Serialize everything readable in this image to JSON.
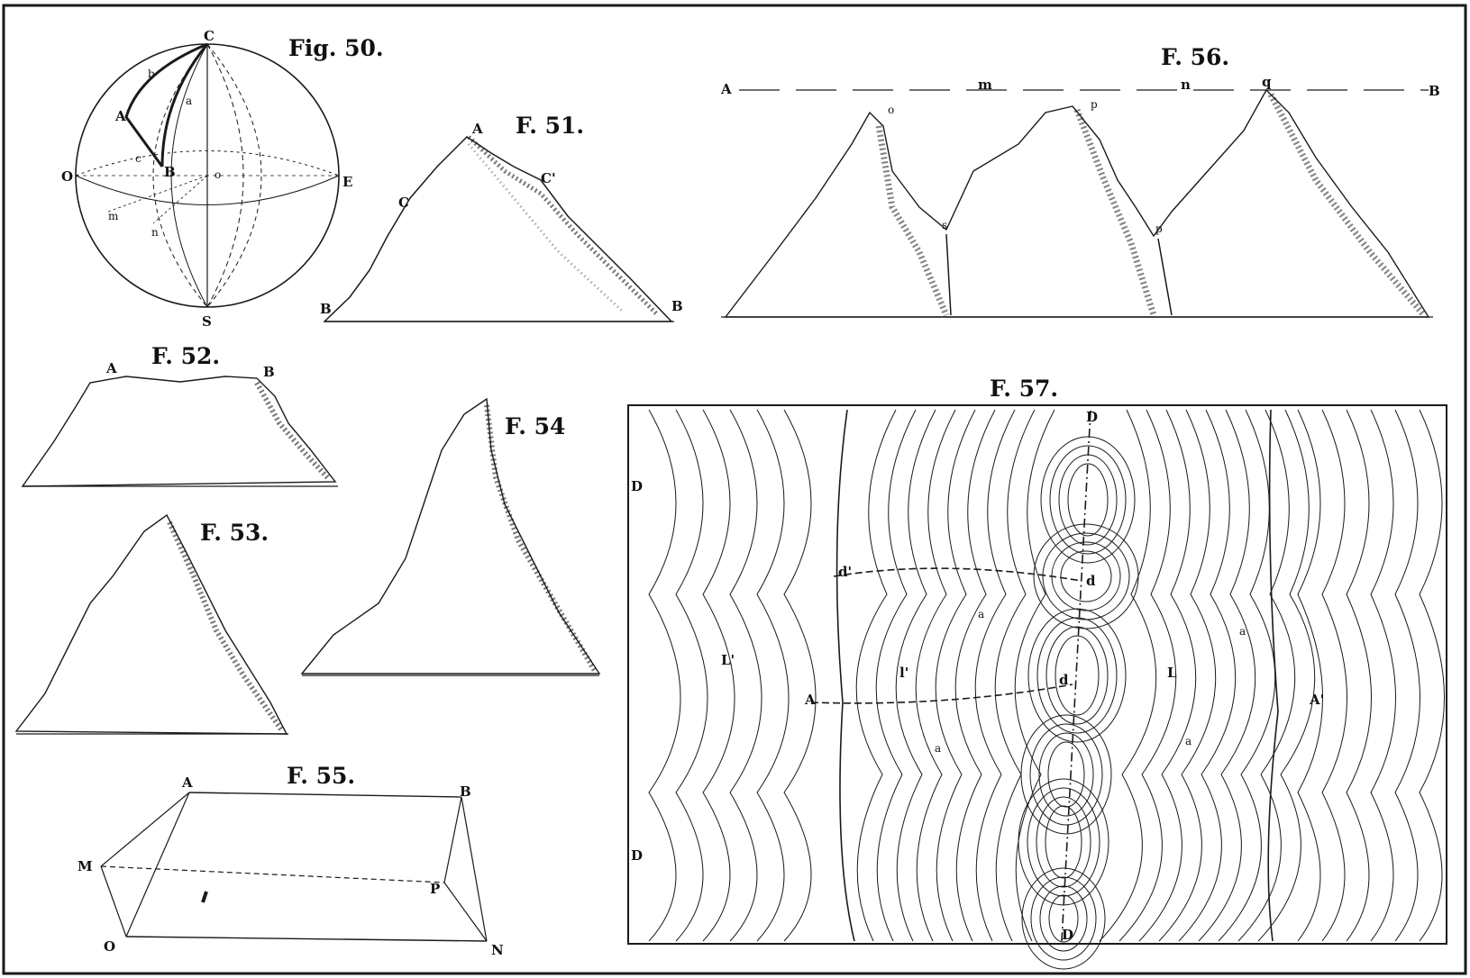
{
  "captions": {
    "f50": "Fig. 50.",
    "f51": "F. 51.",
    "f52": "F. 52.",
    "f53": "F. 53.",
    "f54": "F. 54",
    "f55": "F. 55.",
    "f56": "F. 56.",
    "f57": "F. 57."
  },
  "fig50": {
    "C": "C",
    "A": "A",
    "B": "B",
    "b": "b",
    "a": "a",
    "c": "c",
    "O": "O",
    "o": "o",
    "E": "E",
    "m": "m",
    "n": "n",
    "S": "S"
  },
  "fig51": {
    "A": "A",
    "C": "C",
    "C2": "C'",
    "B": "B",
    "B2": "B"
  },
  "fig52": {
    "A": "A",
    "B": "B"
  },
  "fig55": {
    "A": "A",
    "B": "B",
    "M": "M",
    "P": "P",
    "O": "O",
    "N": "N"
  },
  "fig56": {
    "A": "A",
    "m": "m",
    "n": "n",
    "q": "q",
    "B": "B",
    "o": "o",
    "p": "p",
    "s": "s",
    "p2": "p"
  },
  "fig57": {
    "D": "D",
    "D2": "D",
    "d": "d",
    "d1": "d'",
    "d2": "d",
    "A": "A",
    "A2": "A'",
    "a1": "a",
    "a2": "a",
    "a3": "a",
    "a4": "a",
    "L": "L",
    "L1": "L'",
    "l1": "l'",
    "D3": "D",
    "D4": "D"
  }
}
